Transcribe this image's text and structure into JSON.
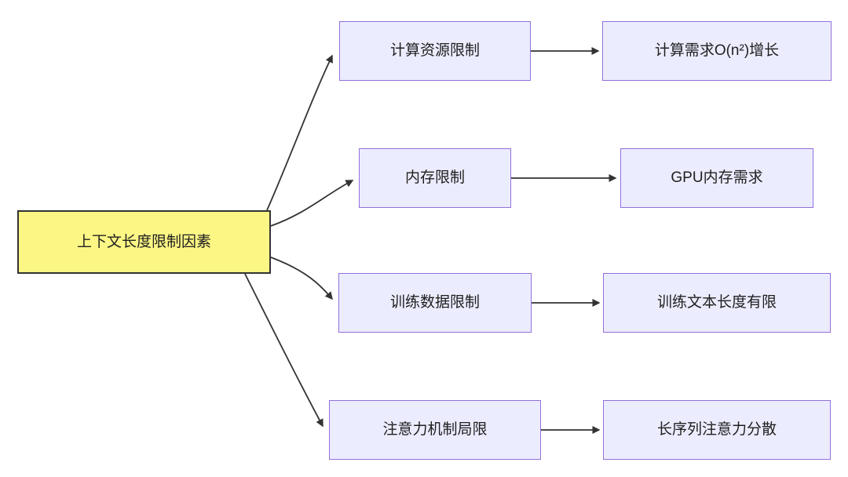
{
  "diagram": {
    "type": "flowchart",
    "direction": "left-to-right",
    "root": {
      "label": "上下文长度限制因素"
    },
    "branches": [
      {
        "cause": "计算资源限制",
        "effect": "计算需求O(n²)增长"
      },
      {
        "cause": "内存限制",
        "effect": "GPU内存需求"
      },
      {
        "cause": "训练数据限制",
        "effect": "训练文本长度有限"
      },
      {
        "cause": "注意力机制局限",
        "effect": "长序列注意力分散"
      }
    ],
    "colors": {
      "background": "#ffffff",
      "node_fill": "#ECECFF",
      "node_border": "#9370DB",
      "root_fill": "#FCF685",
      "root_border": "#333333",
      "edge": "#333333",
      "text": "#1f1f1f"
    }
  }
}
